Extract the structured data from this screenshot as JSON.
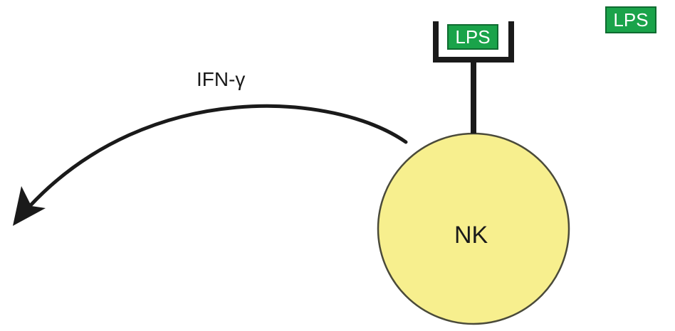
{
  "cytokine": {
    "label": "IFN-γ"
  },
  "cell": {
    "label": "NK",
    "fill_color": "#f7ef8e",
    "stroke_color": "#4a4a3a"
  },
  "receptor": {
    "color": "#1a1a1a",
    "bound_ligand": "LPS"
  },
  "free_ligand": {
    "label": "LPS"
  },
  "colors": {
    "ligand_fill": "#1aa34a",
    "ligand_border": "#0e6b30",
    "arrow": "#1a1a1a"
  }
}
